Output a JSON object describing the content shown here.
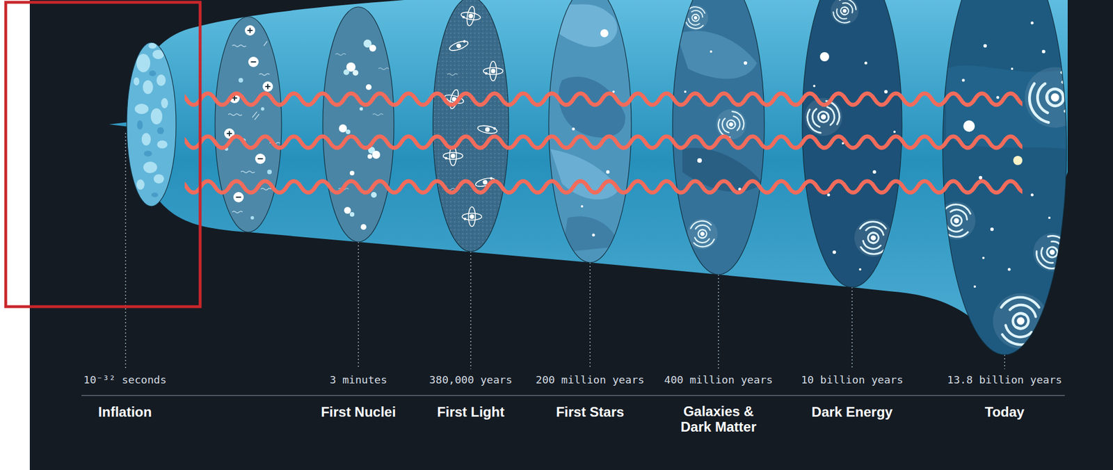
{
  "diagram": {
    "labels": [
      "10⁻³² seconds",
      "3 minutes",
      "380,000 years",
      "200 million years",
      "400 million years",
      "10 billion years",
      "13.8 billion years",
      "Inflation",
      "First Nuclei",
      "First Light",
      "First Stars",
      "Galaxies & Dark Matter",
      "Dark Energy",
      "Today"
    ]
  }
}
